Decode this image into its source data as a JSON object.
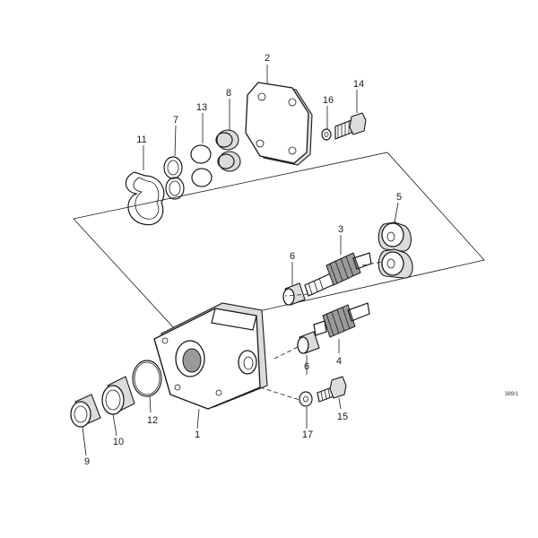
{
  "diagram": {
    "parts": [
      {
        "id": "part-1",
        "label": "1"
      },
      {
        "id": "part-2",
        "label": "2"
      },
      {
        "id": "part-3",
        "label": "3"
      },
      {
        "id": "part-4",
        "label": "4"
      },
      {
        "id": "part-5",
        "label": "5"
      },
      {
        "id": "part-6a",
        "label": "6"
      },
      {
        "id": "part-6b",
        "label": "6"
      },
      {
        "id": "part-7",
        "label": "7"
      },
      {
        "id": "part-8",
        "label": "8"
      },
      {
        "id": "part-9",
        "label": "9"
      },
      {
        "id": "part-10",
        "label": "10"
      },
      {
        "id": "part-11",
        "label": "11"
      },
      {
        "id": "part-12",
        "label": "12"
      },
      {
        "id": "part-13",
        "label": "13"
      },
      {
        "id": "part-14",
        "label": "14"
      },
      {
        "id": "part-15",
        "label": "15"
      },
      {
        "id": "part-16",
        "label": "16"
      },
      {
        "id": "part-17",
        "label": "17"
      }
    ],
    "figure_code": "389/1"
  }
}
